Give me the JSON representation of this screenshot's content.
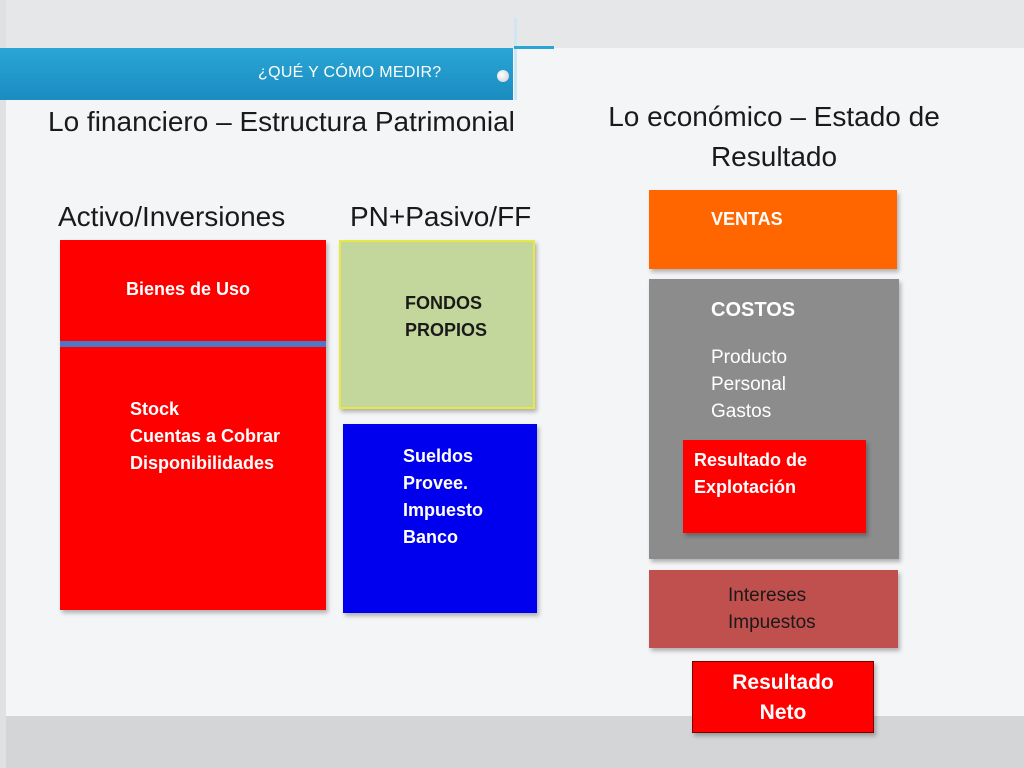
{
  "header": {
    "section_label": "¿QUÉ Y CÓMO MEDIR?"
  },
  "titles": {
    "financiero": "Lo financiero – Estructura Patrimonial",
    "economico": "Lo económico – Estado de Resultado"
  },
  "headings": {
    "activo": "Activo/Inversiones",
    "pasivo": "PN+Pasivo/FF"
  },
  "activo": {
    "bienes_de_uso": "Bienes de Uso",
    "items": [
      "Stock",
      "Cuentas a Cobrar",
      "Disponibilidades"
    ]
  },
  "fondos_propios": {
    "lines": [
      "FONDOS",
      "PROPIOS"
    ]
  },
  "pasivo": {
    "items": [
      "Sueldos",
      "Provee.",
      "Impuesto",
      "Banco"
    ]
  },
  "estado_resultado": {
    "ventas": "VENTAS",
    "costos": {
      "label": "COSTOS",
      "items": [
        "Producto",
        "Personal",
        "Gastos"
      ]
    },
    "resultado_explotacion": [
      "Resultado de",
      "Explotación"
    ],
    "intereses_impuestos": [
      "Intereses",
      "Impuestos"
    ],
    "resultado_neto": [
      "Resultado",
      "Neto"
    ]
  },
  "colors": {
    "header_blue": "#1a8cc0",
    "activo_red": "#ff0000",
    "activo_divider": "#4f77c6",
    "fondos_green": "#c3d69b",
    "pasivo_blue": "#0000ee",
    "ventas_orange": "#ff6600",
    "costos_gray": "#8c8c8c",
    "intereses_brown": "#c0504d"
  }
}
